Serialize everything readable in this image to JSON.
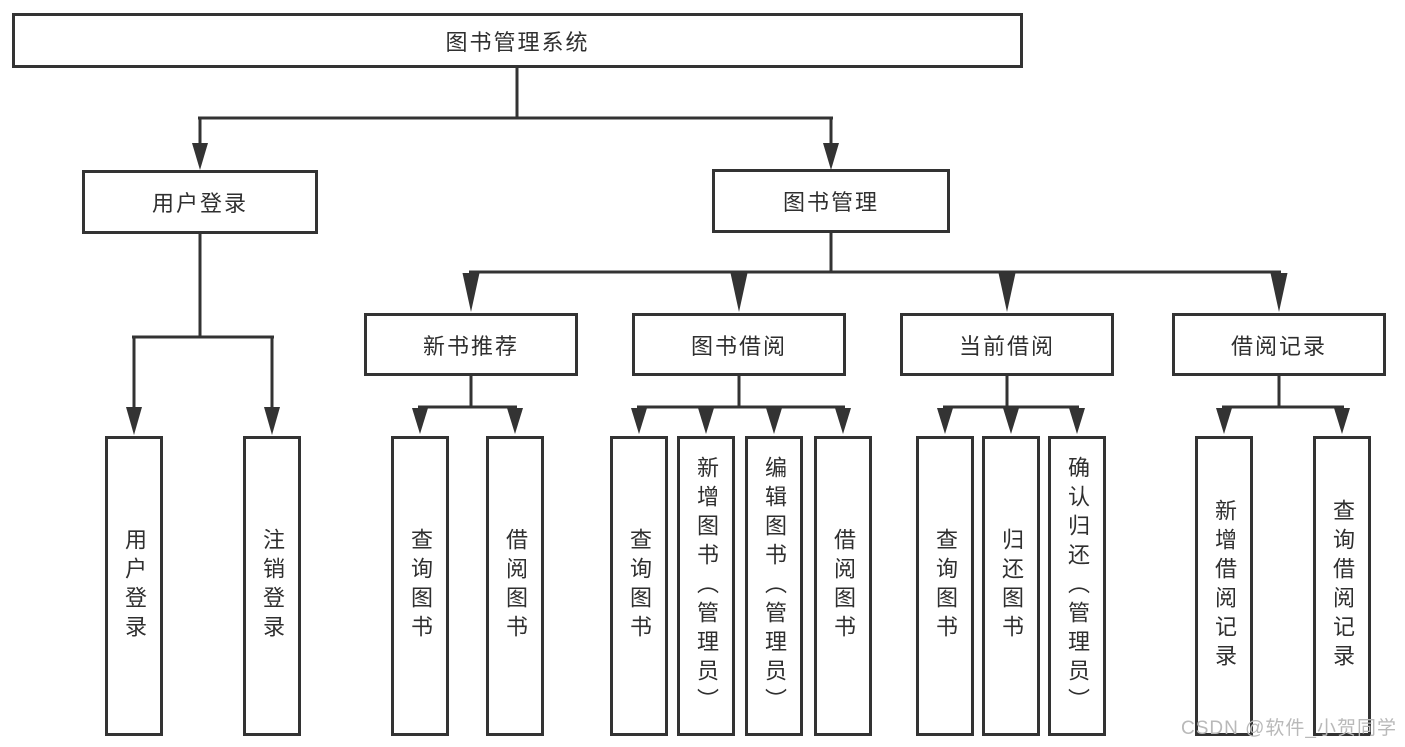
{
  "diagram": {
    "title": "图书管理系统",
    "branches": [
      {
        "label": "用户登录",
        "children": [
          {
            "label": "用户登录"
          },
          {
            "label": "注销登录"
          }
        ]
      },
      {
        "label": "图书管理",
        "children": [
          {
            "label": "新书推荐",
            "children": [
              {
                "label": "查询图书"
              },
              {
                "label": "借阅图书"
              }
            ]
          },
          {
            "label": "图书借阅",
            "children": [
              {
                "label": "查询图书"
              },
              {
                "label": "新增图书（管理员）"
              },
              {
                "label": "编辑图书（管理员）"
              },
              {
                "label": "借阅图书"
              }
            ]
          },
          {
            "label": "当前借阅",
            "children": [
              {
                "label": "查询图书"
              },
              {
                "label": "归还图书"
              },
              {
                "label": "确认归还（管理员）"
              }
            ]
          },
          {
            "label": "借阅记录",
            "children": [
              {
                "label": "新增借阅记录"
              },
              {
                "label": "查询借阅记录"
              }
            ]
          }
        ]
      }
    ]
  },
  "watermark": {
    "text": "CSDN @软件_小贺同学"
  },
  "colors": {
    "line": "#333333",
    "text": "#2f2f2f",
    "background": "#ffffff",
    "watermark": "#b9b9b9"
  }
}
